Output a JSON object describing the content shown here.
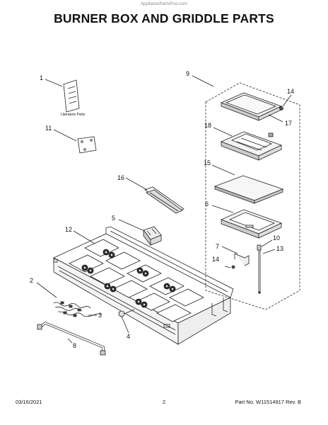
{
  "watermark": "AppliancePartsPros.com",
  "title": "BURNER BOX AND GRIDDLE PARTS",
  "callouts": {
    "c1": "1",
    "c2": "2",
    "c3": "3",
    "c4": "4",
    "c5": "5",
    "c6": "6",
    "c7": "7",
    "c8": "8",
    "c9": "9",
    "c10": "10",
    "c11": "11",
    "c12": "12",
    "c13": "13",
    "c14a": "14",
    "c14b": "14",
    "c15": "15",
    "c16": "16",
    "c17": "17",
    "c18": "18"
  },
  "literature_label": "Literature Parts",
  "footer": {
    "date": "03/16/2021",
    "page": "2",
    "part_no": "Part No. W11514917  Rev. B"
  }
}
